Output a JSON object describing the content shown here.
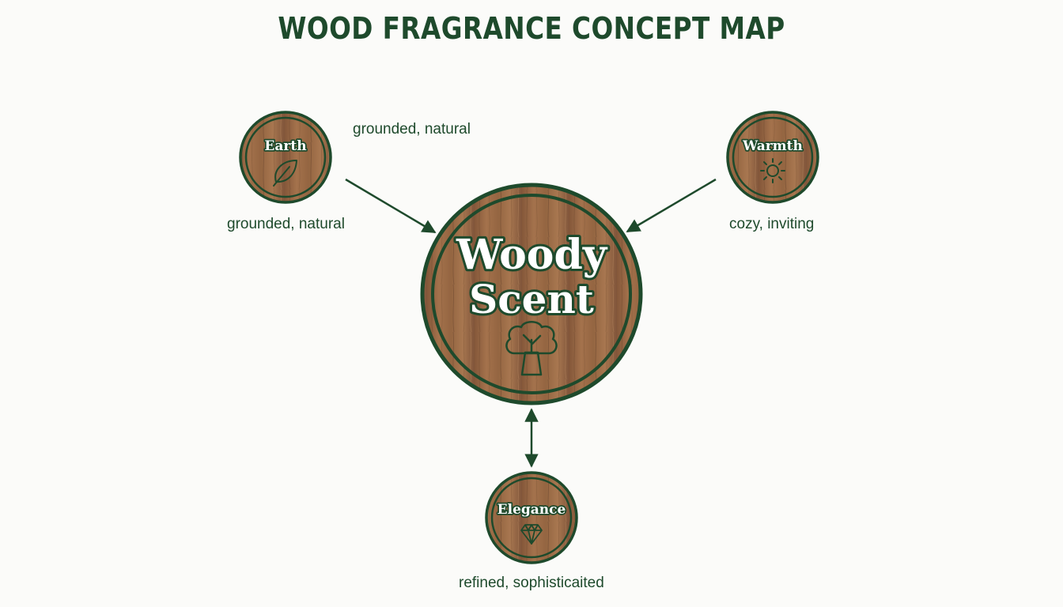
{
  "title": "WOOD FRAGRANCE CONCEPT MAP",
  "center": {
    "line1": "Woody",
    "line2": "Scent",
    "icon": "tree-icon"
  },
  "nodes": {
    "earth": {
      "label": "Earth",
      "icon": "leaf-icon",
      "caption": "grounded, natural",
      "caption_secondary": "grounded, natural"
    },
    "warmth": {
      "label": "Warmth",
      "icon": "sun-icon",
      "caption": "cozy, inviting"
    },
    "elegance": {
      "label": "Elegance",
      "icon": "diamond-icon",
      "caption": "refined, sophisticaited"
    }
  },
  "colors": {
    "dark_green": "#1e4a2c",
    "wood": "#9a6a44",
    "wood_dark": "#7b5233",
    "background": "#fbfbf9"
  }
}
